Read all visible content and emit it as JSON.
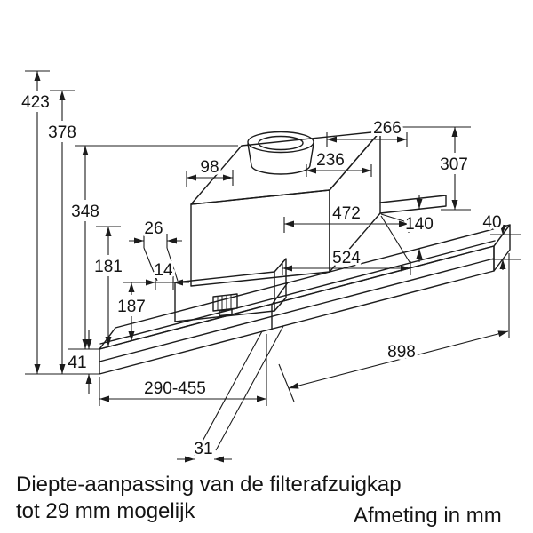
{
  "colors": {
    "line": "#1c1c1c",
    "background": "#ffffff"
  },
  "labels": {
    "h423": "423",
    "h378": "378",
    "h348": "348",
    "h181": "181",
    "h187": "187",
    "t41": "41",
    "pullout": "290-455",
    "t31": "31",
    "d98": "98",
    "d26": "26",
    "d14": "14",
    "d266": "266",
    "d236": "236",
    "w472": "472",
    "w524": "524",
    "h140": "140",
    "h307": "307",
    "t40": "40",
    "w898": "898"
  },
  "captions": {
    "note_line1": "Diepte-aanpassing van de filterafzuigkap",
    "note_line2": "tot 29 mm mogelijk",
    "units": "Afmeting in mm"
  }
}
